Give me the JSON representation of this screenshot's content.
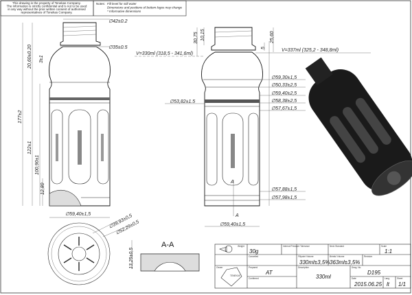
{
  "header": {
    "property_note": [
      "This drawing is the property of Tenekas Company.",
      "The information is strictly confidential and is not to be used",
      "in any way without the prior written consent of authorised",
      "representatives of Tenekas Company."
    ],
    "notes_label": "Notes:",
    "notes": [
      "Fill level for still water",
      "Dimensions and positions of bottom logos may change",
      "* Informative dimensions"
    ]
  },
  "left_view": {
    "neck_diameter": "∅42±0.2",
    "support_ring_diameter": "∅35±0.5",
    "dim_20_60": "20,60±0.20",
    "dim_3": "3±1",
    "total_height": "177±2",
    "dim_122": "122±1",
    "dim_100_90": "100,90±1",
    "dim_12_80": "12,80",
    "body_diameter": "∅59,40±1,5",
    "fill_volume": "V=330ml (318,5 - 341,6ml)"
  },
  "right_view": {
    "dim_30_75": "30,75",
    "dim_10_15": "10,15",
    "dim_25_60": "25,60",
    "dim_5": "5",
    "brim_volume": "V=337ml (325,2 - 348,8ml)",
    "diameters": [
      "∅59,30±1,5",
      "∅50,33±2,5",
      "∅59,40±2,5",
      "∅58,38±2,5",
      "∅57,67±1,5"
    ],
    "dim_53_82": "∅53,82±1.5",
    "lower_diameters": [
      "∅57,88±1,5",
      "∅57,98±1,5"
    ],
    "body_diameter": "∅59,40±1,5",
    "section_mark": "A"
  },
  "bottom_view": {
    "dim_39_93": "∅39,93±0,5",
    "dim_52_29": "∅52,29±0,5",
    "dim_13_25": "13,25±0,5"
  },
  "section": {
    "title": "A-A"
  },
  "title_block": {
    "weight_label": "Weight",
    "weight": "30g",
    "pressure_label": "Internal Pressure Tolerance",
    "pressure": "",
    "neck_label": "Neck Standard",
    "neck": "",
    "scale_label": "Scale",
    "scale": "1:1",
    "cancelled_label": "Cancelled",
    "fill_label": "Fillpoint Volume",
    "fill": "330ml±3,5%",
    "brim_label": "Brimful Volume",
    "brim": "363ml±3,5%",
    "revision_label": "Revision",
    "owner_label": "Owner",
    "owner_logo": "TENEKAS",
    "prepared_label": "Prepared",
    "prepared": "AT",
    "confirmed_label": "Confirmed",
    "description_label": "Description",
    "description": "330ml",
    "drwg_label": "Drwg. No.",
    "drwg": "D195",
    "date_label": "Date",
    "date": "2015.06.25",
    "lang_label": "Lang.",
    "lang": "lt",
    "sheet_label": "Sheet",
    "sheet": "1/1"
  }
}
